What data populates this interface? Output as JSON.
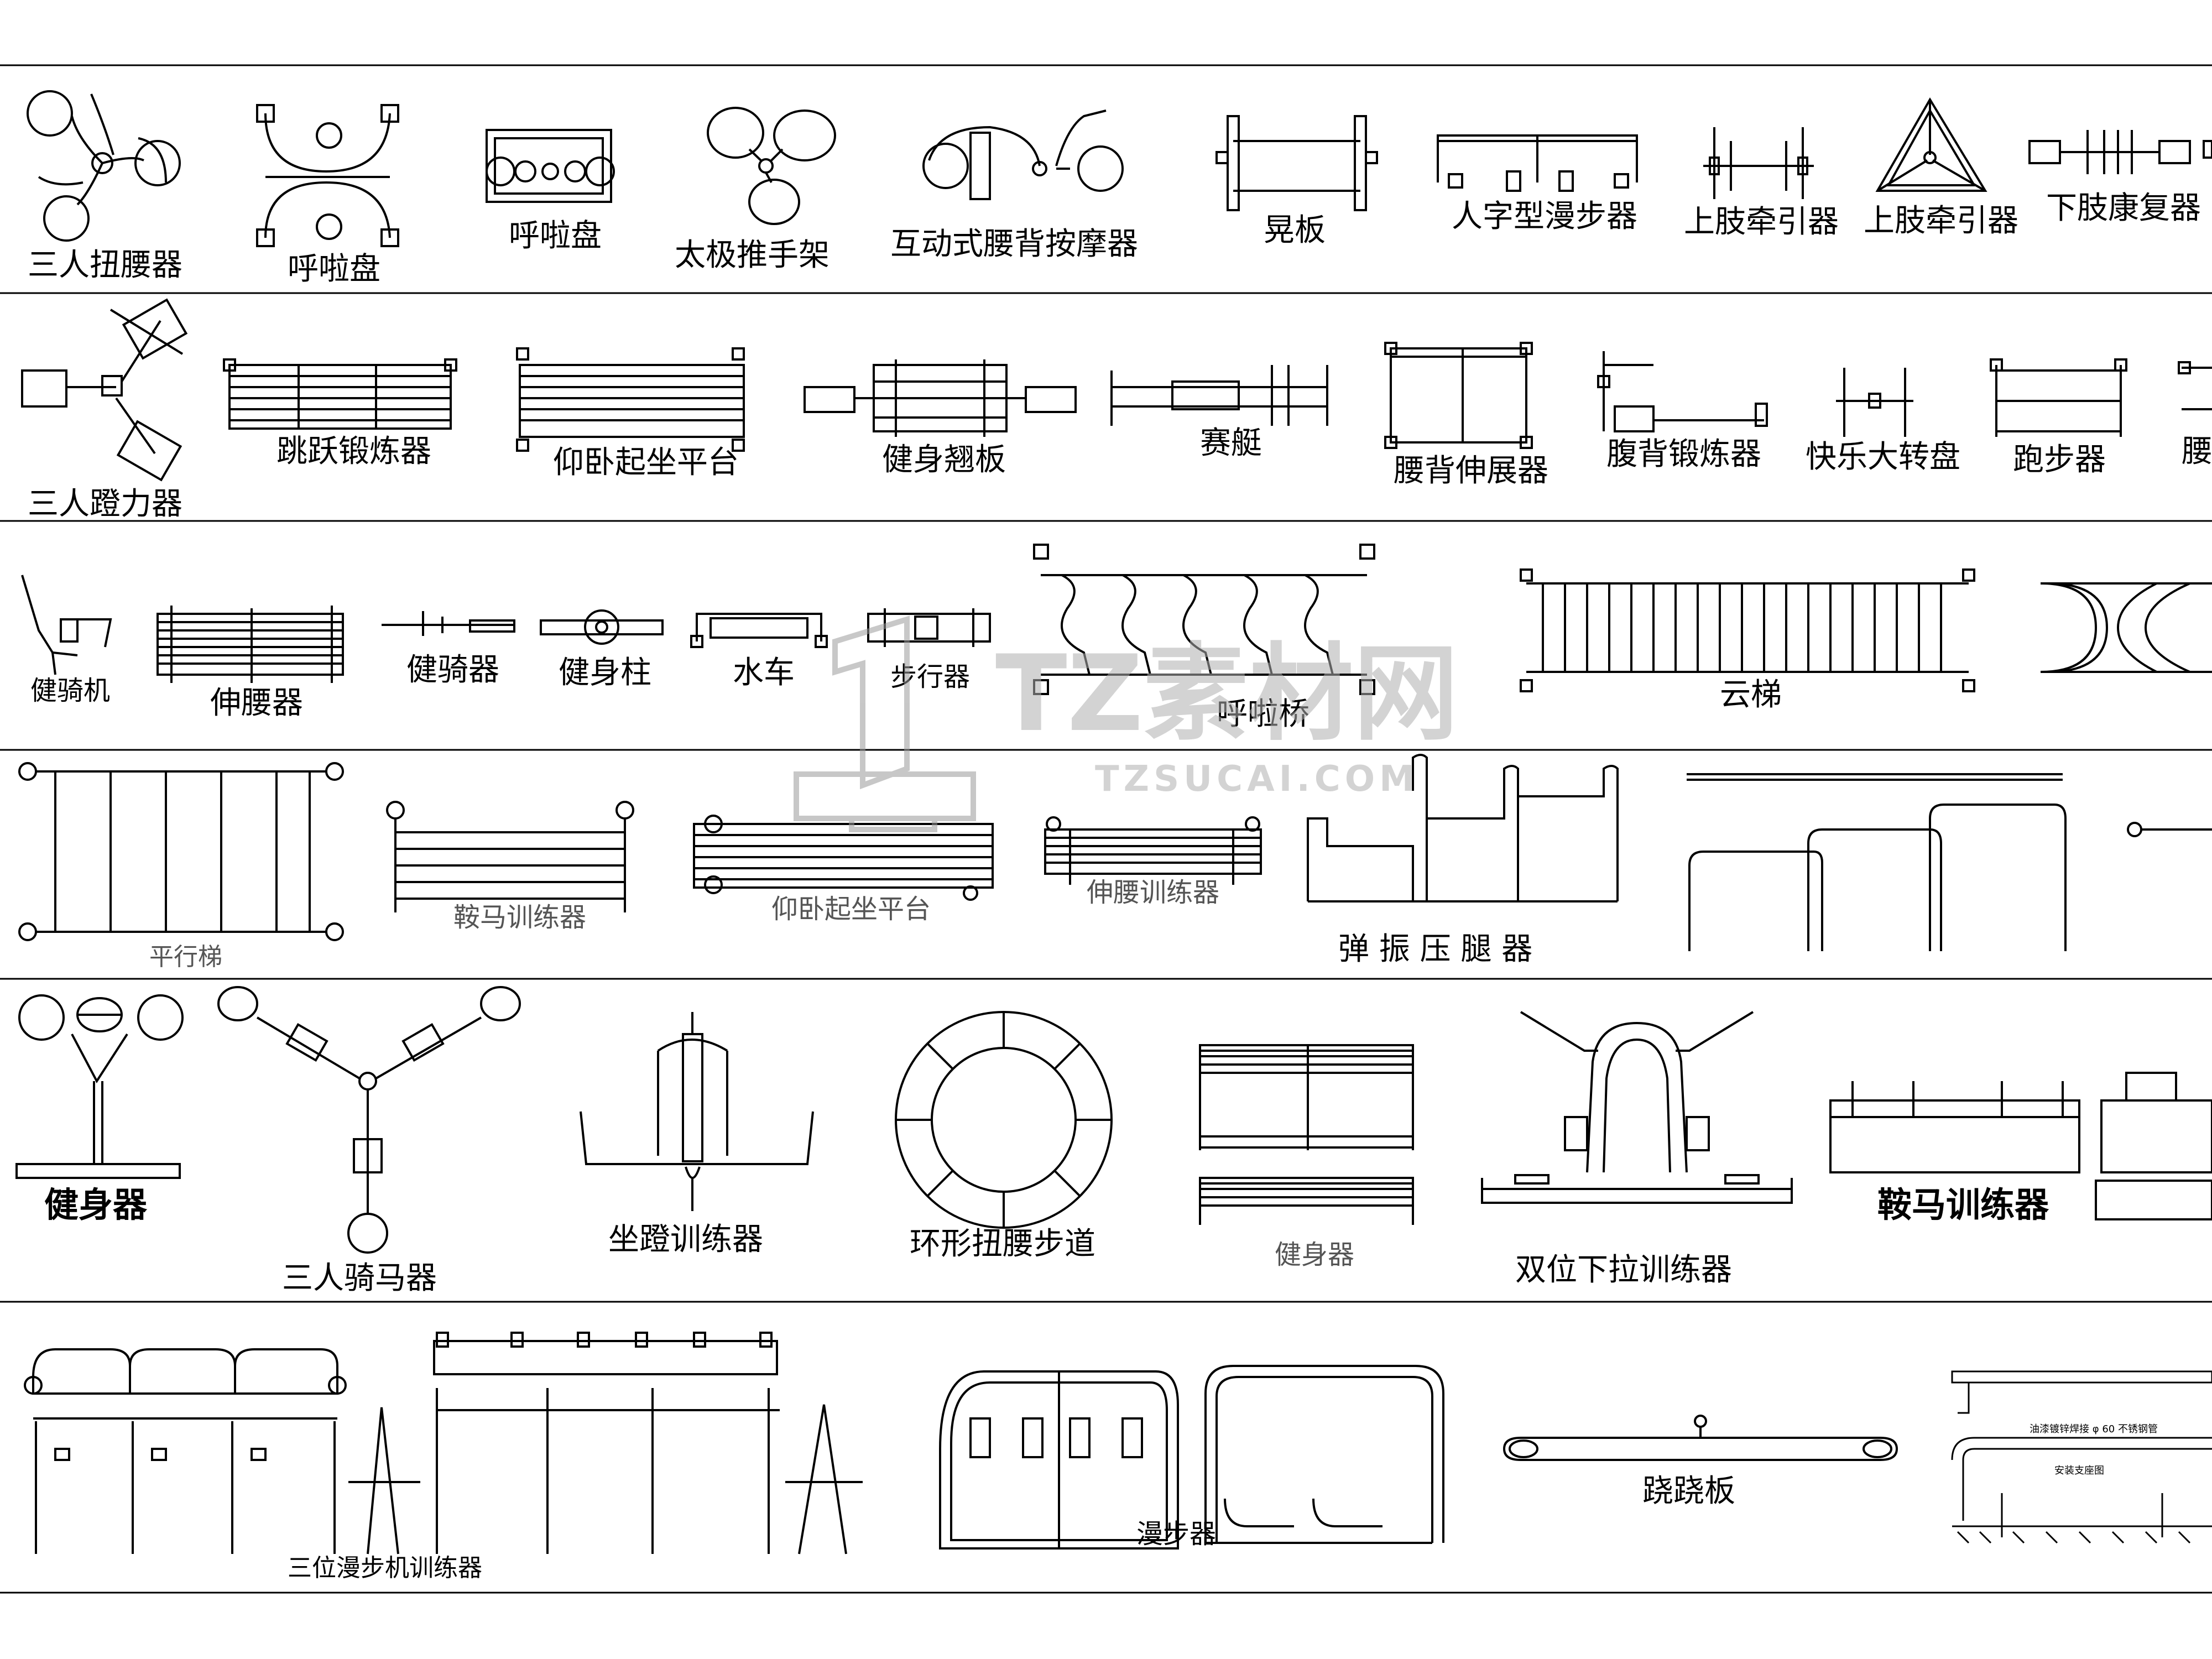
{
  "labels": {
    "r1_a": "三人扭腰器",
    "r1_b": "呼啦盘",
    "r1_c": "呼啦盘",
    "r1_d": "太极推手架",
    "r1_e": "互动式腰背按摩器",
    "r1_f": "晃板",
    "r1_g": "人字型漫步器",
    "r1_h": "上肢牵引器",
    "r1_i": "上肢牵引器",
    "r1_j": "下肢康复器",
    "r2_a": "三人蹬力器",
    "r2_b": "跳跃锻炼器",
    "r2_c": "仰卧起坐平台",
    "r2_d": "健身翘板",
    "r2_e": "赛艇",
    "r2_f": "腰背伸展器",
    "r2_g": "腹背锻炼器",
    "r2_h": "快乐大转盘",
    "r2_i": "跑步器",
    "r2_j": "腰",
    "r3_a": "健骑机",
    "r3_b": "伸腰器",
    "r3_c": "健骑器",
    "r3_d": "健身柱",
    "r3_e": "水车",
    "r3_f": "步行器",
    "r3_g": "呼啦桥",
    "r3_h": "云梯",
    "r4_a": "平行梯",
    "r4_b": "鞍马训练器",
    "r4_c": "仰卧起坐平台",
    "r4_d": "伸腰训练器",
    "r4_e": "弹 振 压 腿 器",
    "r5_a": "健身器",
    "r5_b": "三人骑马器",
    "r5_c": "坐蹬训练器",
    "r5_d": "环形扭腰步道",
    "r5_e": "健身器",
    "r5_f": "双位下拉训练器",
    "r5_g": "鞍马训练器",
    "r6_a": "三位漫步机训练器",
    "r6_b": "漫步器",
    "r6_c": "跷跷板",
    "r6_note1": "油漆镀锌焊接 φ 60 不锈钢管",
    "r6_note2": "安装支座图"
  },
  "watermark": {
    "title": "TZ素材网",
    "url": "TZSUCAI.COM"
  }
}
